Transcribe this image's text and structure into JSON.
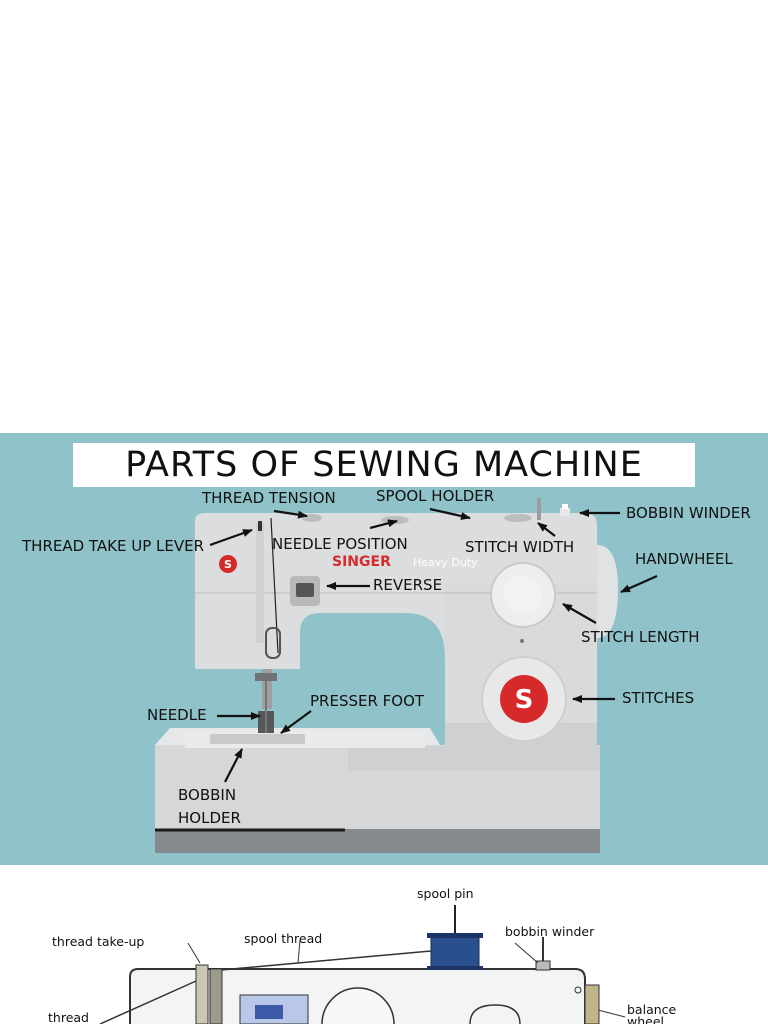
{
  "colors": {
    "panel_background": "#8fc3c9",
    "machine_body": "#d9dadb",
    "machine_base": "#8a8d91",
    "brand_red": "#d62a2a",
    "label_text": "#111111"
  },
  "diagram_top": {
    "title": "PARTS OF SEWING MACHINE",
    "brand": "SINGER",
    "model": "Heavy Duty",
    "dial_letter": "S",
    "labels": {
      "thread_tension": "THREAD TENSION",
      "spool_holder": "SPOOL HOLDER",
      "bobbin_winder": "BOBBIN WINDER",
      "thread_take_up_lever": "THREAD TAKE UP LEVER",
      "needle_position": "NEEDLE POSITION",
      "stitch_width": "STITCH WIDTH",
      "handwheel": "HANDWHEEL",
      "reverse": "REVERSE",
      "stitch_length": "STITCH LENGTH",
      "needle": "NEEDLE",
      "presser_foot": "PRESSER FOOT",
      "stitches": "STITCHES",
      "bobbin_holder_line1": "BOBBIN",
      "bobbin_holder_line2": "HOLDER"
    }
  },
  "diagram_bottom": {
    "labels": {
      "spool_pin": "spool pin",
      "thread_take_up": "thread take-up",
      "spool_thread": "spool thread",
      "bobbin_winder": "bobbin winder",
      "thread": "thread",
      "balance_wheel_line1": "balance",
      "balance_wheel_line2": "wheel"
    }
  }
}
